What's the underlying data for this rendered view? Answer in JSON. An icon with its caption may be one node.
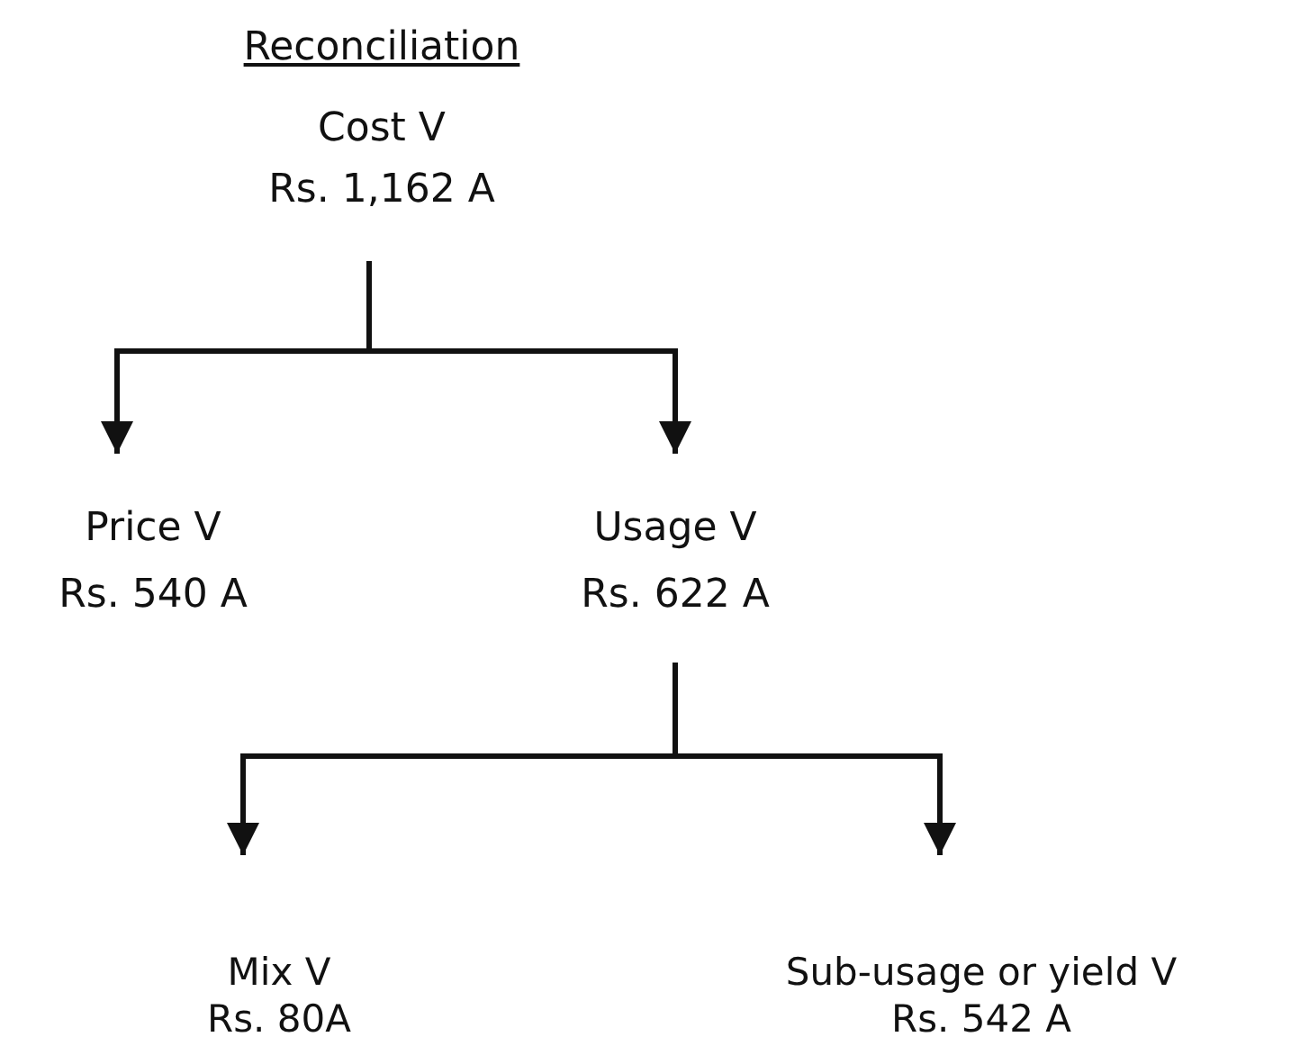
{
  "diagram": {
    "title": "Reconciliation",
    "nodes": [
      {
        "text": [
          "Cost V",
          "Rs. 1,162 A"
        ]
      },
      {
        "text": [
          "Price V",
          "Rs. 540 A"
        ]
      },
      {
        "text": [
          "Usage V",
          "Rs. 622 A"
        ]
      },
      {
        "text": [
          "Mix V",
          "Rs. 80A"
        ]
      },
      {
        "text": [
          "Sub-usage or yield V",
          "Rs. 542 A"
        ]
      }
    ],
    "edges": [
      {
        "from": 0,
        "to": 1,
        "arrow": "to"
      },
      {
        "from": 0,
        "to": 2,
        "arrow": "to"
      },
      {
        "from": 2,
        "to": 3,
        "arrow": "to"
      },
      {
        "from": 2,
        "to": 4,
        "arrow": "to"
      }
    ]
  }
}
